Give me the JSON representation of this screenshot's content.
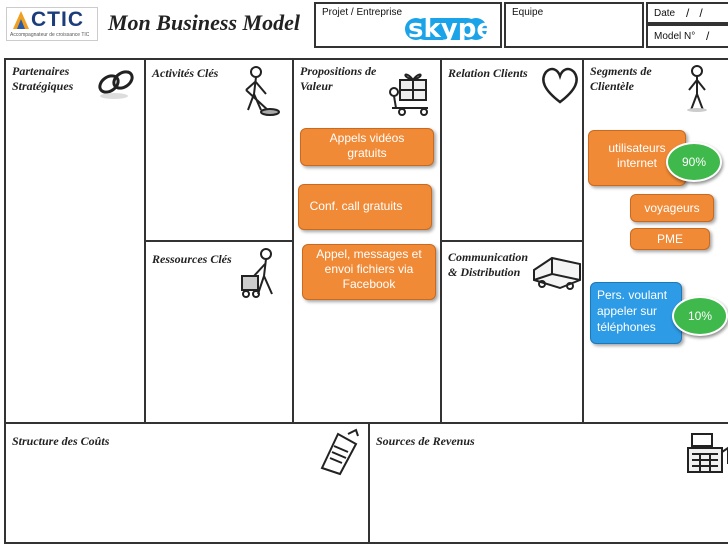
{
  "header": {
    "logo_text": "CTIC",
    "logo_subtitle": "Accompagnateur de croissance TIC",
    "title": "Mon Business Model",
    "projet_label": "Projet / Entreprise",
    "projet_logo": "skype",
    "equipe_label": "Equipe",
    "date_label": "Date",
    "date_value": "/   /",
    "model_label": "Model N°",
    "model_value": "/"
  },
  "blocks": {
    "partenaires": "Partenaires Stratégiques",
    "activites": "Activités Clés",
    "ressources": "Ressources Clés",
    "propositions": "Propositions de Valeur",
    "relation": "Relation Clients",
    "communication": "Communication & Distribution",
    "segments": "Segments de Clientèle",
    "couts": "Structure des Coûts",
    "revenus": "Sources de Revenus"
  },
  "notes": {
    "prop1": "Appels vidéos gratuits",
    "prop2": "Conf. call gratuits",
    "prop3": "Appel, messages et envoi fichiers via Facebook",
    "seg1": "utilisateurs internet",
    "seg2": "voyageurs",
    "seg3": "PME",
    "seg4": "Pers. voulant appeler sur téléphones"
  },
  "badges": {
    "b1": "90%",
    "b2": "10%"
  },
  "colors": {
    "note_orange": "#f08a36",
    "note_blue": "#2e9be6",
    "badge_green": "#3fb84c",
    "skype_blue": "#1aa3e8"
  },
  "icons": {
    "partenaires": "chain-links-icon",
    "activites": "person-sweeping-icon",
    "ressources": "person-pushing-cart-icon",
    "propositions": "gift-box-cart-icon",
    "relation": "heart-icon",
    "communication": "delivery-truck-icon",
    "segments": "person-standing-icon",
    "couts": "receipt-icon",
    "revenus": "cash-register-icon"
  }
}
